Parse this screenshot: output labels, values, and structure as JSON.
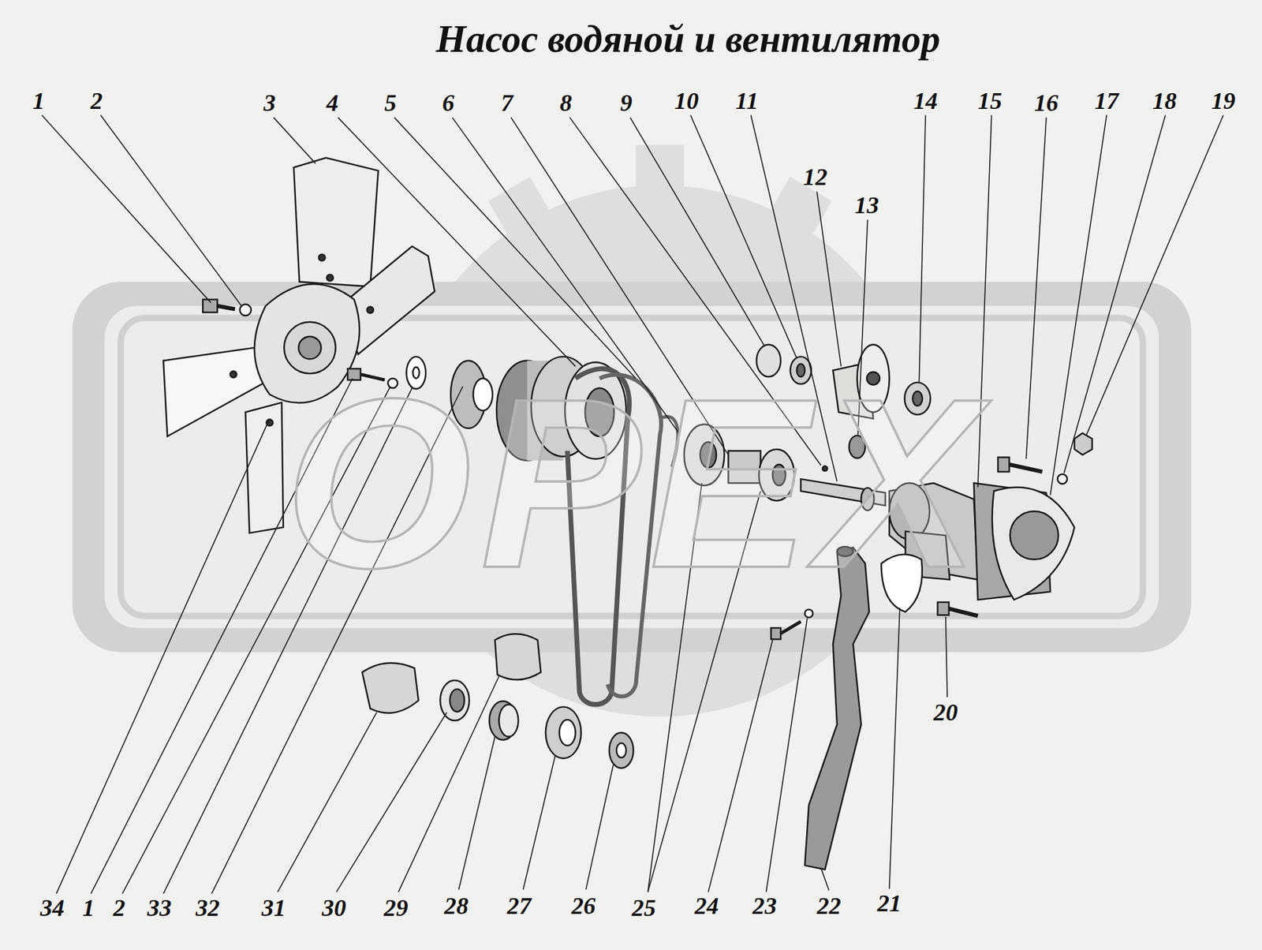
{
  "diagram": {
    "title": "Насос водяной и вентилятор",
    "labels": [
      "1",
      "2",
      "3",
      "4",
      "5",
      "6",
      "7",
      "8",
      "9",
      "10",
      "11",
      "12",
      "13",
      "14",
      "15",
      "16",
      "17",
      "18",
      "19",
      "20",
      "34",
      "1",
      "2",
      "33",
      "32",
      "31",
      "30",
      "29",
      "28",
      "27",
      "26",
      "25",
      "24",
      "23",
      "22",
      "21",
      "OPEX"
    ]
  }
}
